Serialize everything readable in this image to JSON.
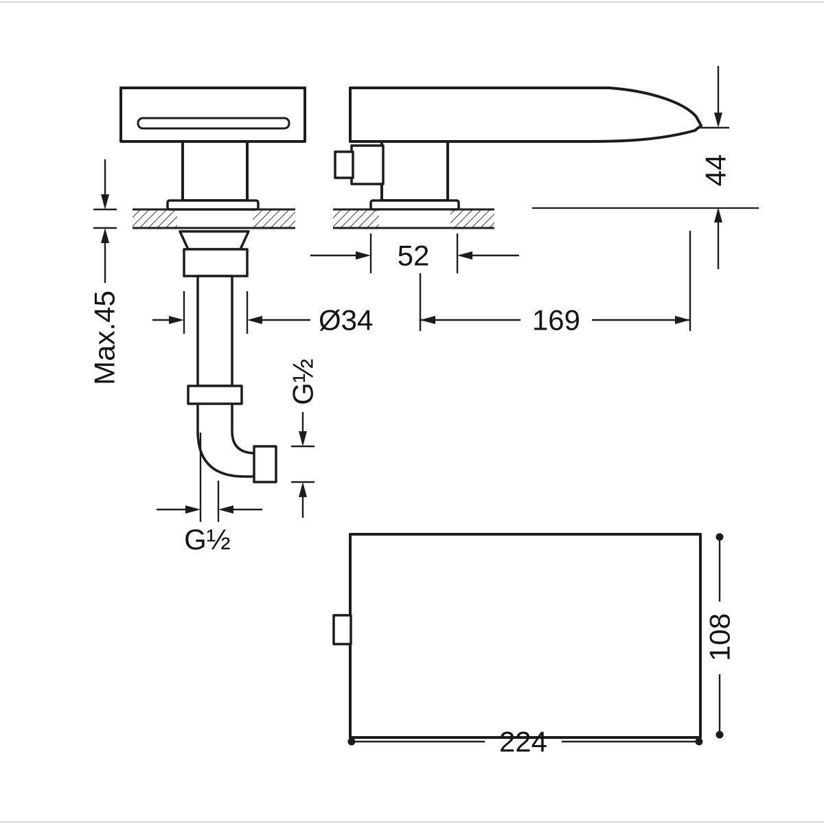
{
  "colors": {
    "ink": "#1c1c1c",
    "background": "#ffffff",
    "edge_line": "#d8d8d8"
  },
  "front_view": {
    "max_thickness": "Max.45",
    "diameter": "Ø34",
    "outlet_thread": "G½",
    "inlet_thread": "G½"
  },
  "side_view": {
    "spout_height": "44",
    "body_depth": "52",
    "spout_reach": "169"
  },
  "plan_view": {
    "length": "224",
    "depth": "108"
  }
}
